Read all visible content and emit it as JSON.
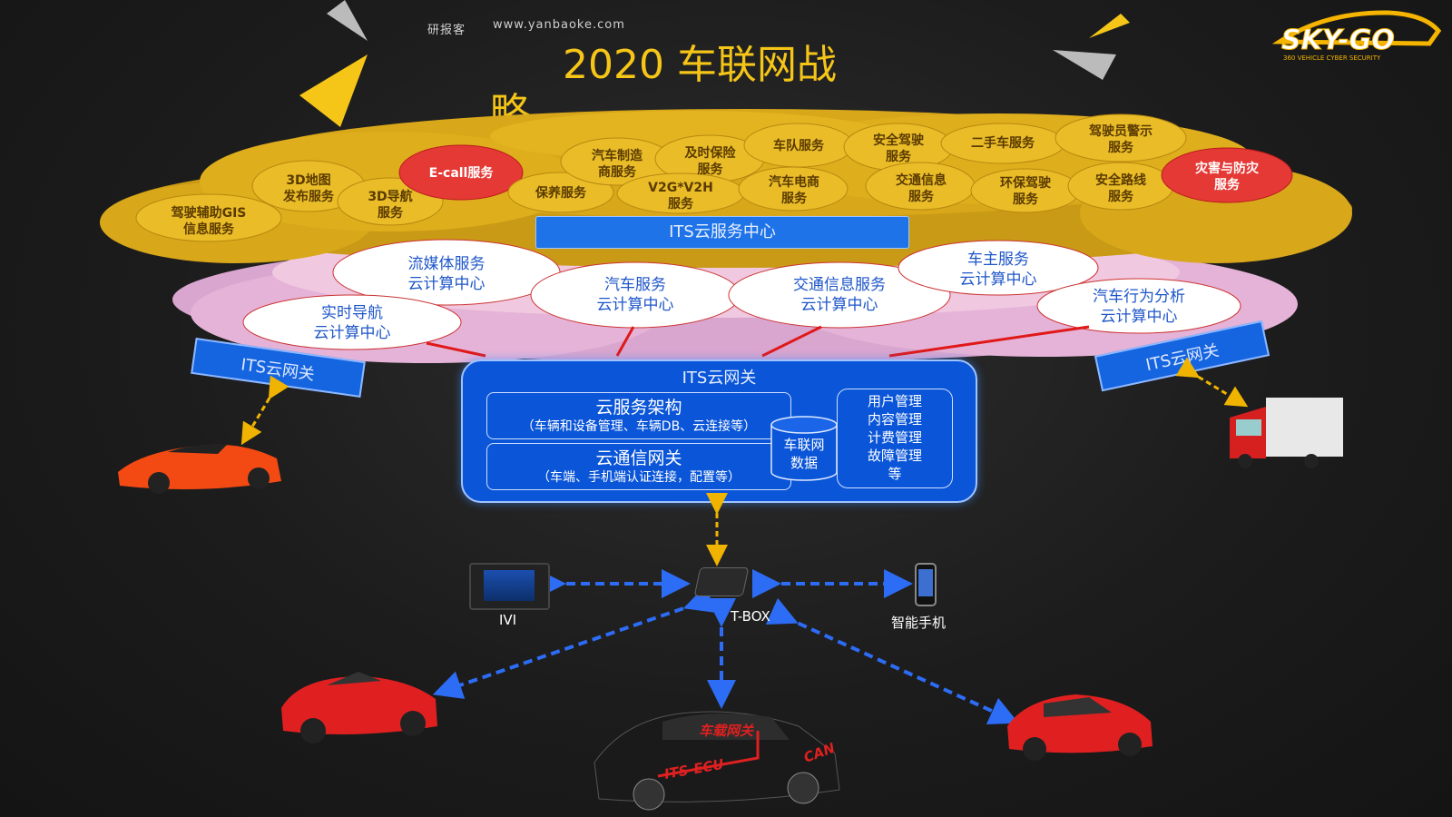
{
  "header": {
    "watermark_left": "研报客",
    "watermark_url": "www.yanbaoke.com",
    "title_line1": "2020 车联网战",
    "title_line2": "略",
    "logo_text": "SKY-GO",
    "logo_sub": "360 VEHICLE CYBER SECURITY"
  },
  "services": [
    "驾驶辅助GIS\n信息服务",
    "3D地图\n发布服务",
    "3D导航\n服务",
    "E-call服务",
    "保养服务",
    "汽车制造\n商服务",
    "及时保险\n服务",
    "V2G*V2H\n服务",
    "车队服务",
    "汽车电商\n服务",
    "安全驾驶\n服务",
    "交通信息\n服务",
    "二手车服务",
    "环保驾驶\n服务",
    "驾驶员警示\n服务",
    "安全路线\n服务",
    "灾害与防灾\n服务"
  ],
  "its_service_center": "ITS云服务中心",
  "compute_centers": [
    "流媒体服务\n云计算中心",
    "汽车服务\n云计算中心",
    "交通信息服务\n云计算中心",
    "车主服务\n云计算中心",
    "实时导航\n云计算中心",
    "汽车行为分析\n云计算中心"
  ],
  "gateway_left": "ITS云网关",
  "gateway_right": "ITS云网关",
  "gateway_center": {
    "title": "ITS云网关",
    "cloud_arch_title": "云服务架构",
    "cloud_arch_sub": "（车辆和设备管理、车辆DB、云连接等）",
    "cloud_comm_title": "云通信网关",
    "cloud_comm_sub": "（车端、手机端认证连接，配置等）",
    "db_label": "车联网\n数据",
    "mgmt_label": "用户管理\n内容管理\n计费管理\n故障管理\n等"
  },
  "devices": {
    "ivi": "IVI",
    "tbox": "T-BOX",
    "phone": "智能手机"
  },
  "car_labels": {
    "tbox_on_car": "车载网关",
    "ecu": "ITS-ECU",
    "can": "CAN"
  },
  "colors": {
    "gold": "#e0a81a",
    "pink": "#e9b8d6",
    "blue": "#0a55d8",
    "title": "#f5c518",
    "red_cloud": "#e53935"
  }
}
